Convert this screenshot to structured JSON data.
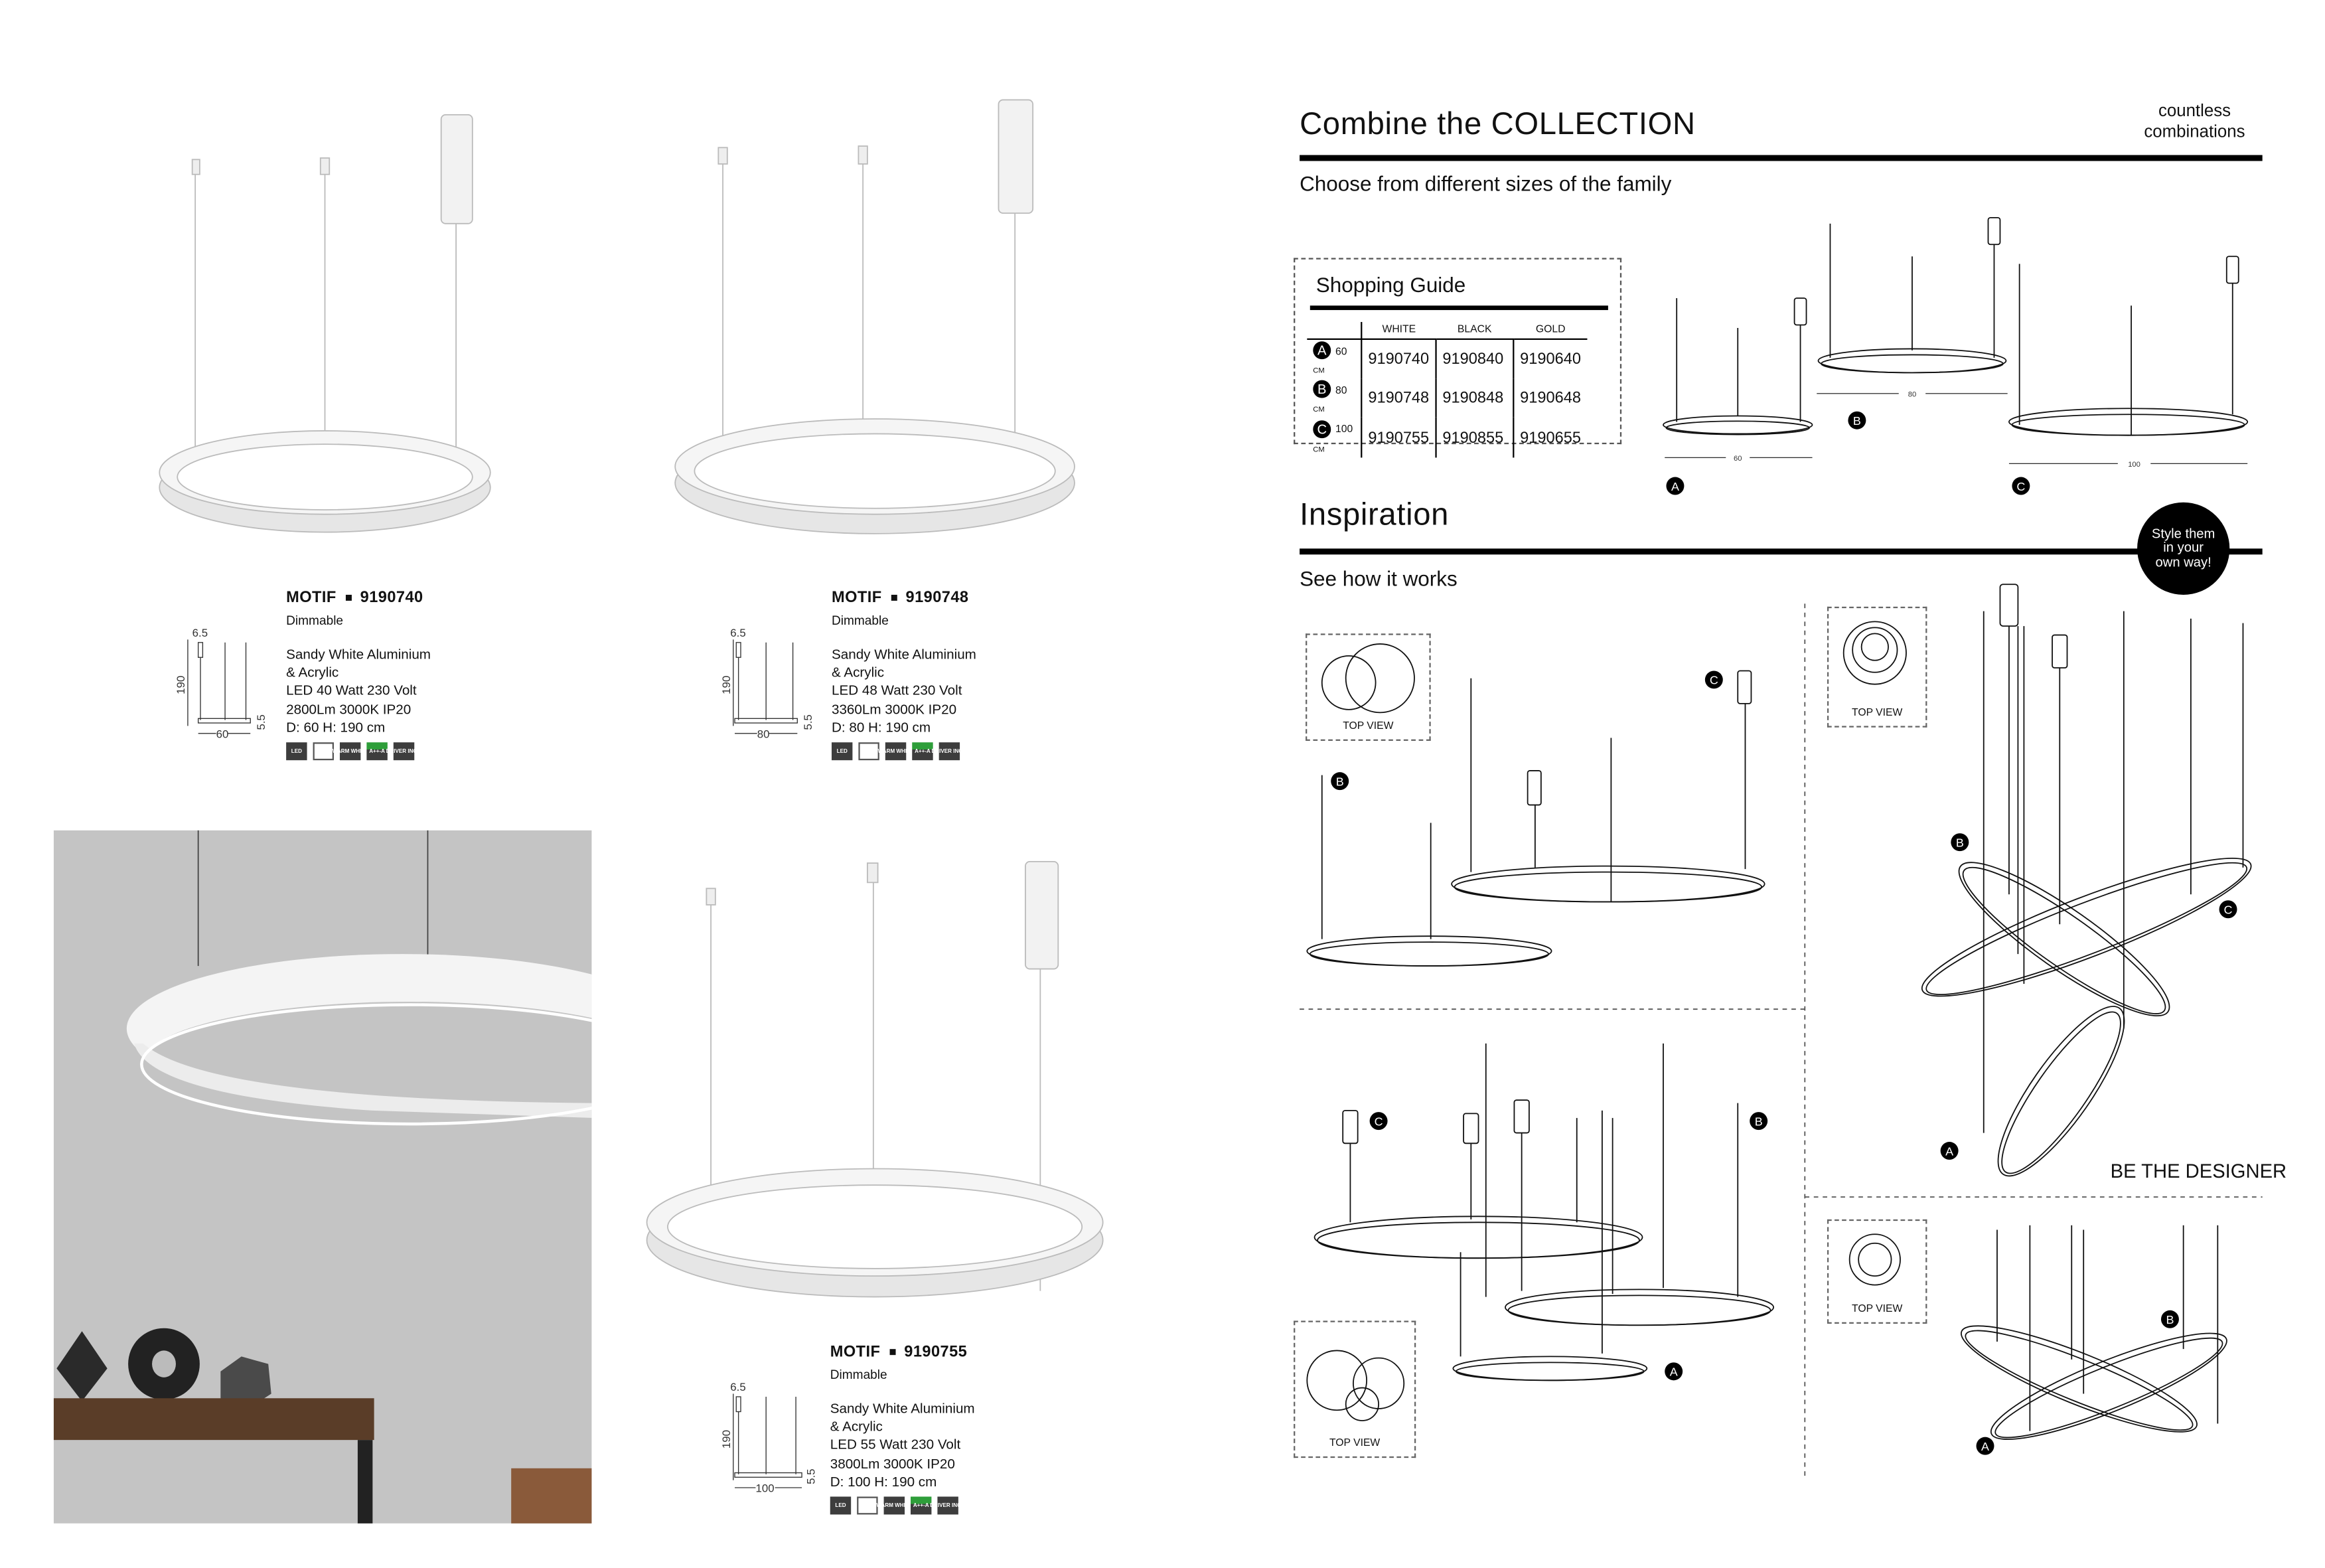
{
  "products": [
    {
      "name": "MOTIF",
      "code": "9190740",
      "dimmable": "Dimmable",
      "specs": [
        "Sandy White Aluminium",
        "& Acrylic",
        "LED 40 Watt 230 Volt",
        "2800Lm 3000K IP20",
        "D: 60 H: 190 cm"
      ],
      "dims": {
        "top": "6.5",
        "height": "190",
        "ring": "5.5",
        "diameter": "60"
      }
    },
    {
      "name": "MOTIF",
      "code": "9190748",
      "dimmable": "Dimmable",
      "specs": [
        "Sandy White Aluminium",
        "& Acrylic",
        "LED 48 Watt 230 Volt",
        "3360Lm 3000K IP20",
        "D: 80 H: 190 cm"
      ],
      "dims": {
        "top": "6.5",
        "height": "190",
        "ring": "5.5",
        "diameter": "80"
      }
    },
    {
      "name": "MOTIF",
      "code": "9190755",
      "dimmable": "Dimmable",
      "specs": [
        "Sandy White Aluminium",
        "& Acrylic",
        "LED 55 Watt 230 Volt",
        "3800Lm 3000K IP20",
        "D: 100 H: 190 cm"
      ],
      "dims": {
        "top": "6.5",
        "height": "190",
        "ring": "5.5",
        "diameter": "100"
      }
    }
  ],
  "icons": {
    "led": "LED",
    "warm": "WARM WHITE",
    "energy": "A++-A",
    "driver": "DRIVER INCL."
  },
  "collection": {
    "title": "Combine the COLLECTION",
    "tagline": "countless combinations",
    "subtitle": "Choose from different sizes of the family"
  },
  "guide": {
    "title": "Shopping Guide",
    "columns": [
      "WHITE",
      "BLACK",
      "GOLD"
    ],
    "unit": "CM",
    "rows": [
      {
        "badge": "A",
        "size": "60",
        "codes": [
          "9190740",
          "9190840",
          "9190640"
        ]
      },
      {
        "badge": "B",
        "size": "80",
        "codes": [
          "9190748",
          "9190848",
          "9190648"
        ]
      },
      {
        "badge": "C",
        "size": "100",
        "codes": [
          "9190755",
          "9190855",
          "9190655"
        ]
      }
    ]
  },
  "sizes": {
    "a": {
      "badge": "A",
      "dim": "60"
    },
    "b": {
      "badge": "B",
      "dim": "80"
    },
    "c": {
      "badge": "C",
      "dim": "100"
    }
  },
  "inspiration": {
    "title": "Inspiration",
    "subtitle": "See how it works",
    "bubble": "Style them in your own way!",
    "top_view": "TOP VIEW",
    "designer": "BE THE DESIGNER"
  },
  "colors": {
    "ink": "#111111",
    "photo_bg": "#c4c4c4",
    "icon_bg": "#3d3d3d",
    "energy_green": "#2e9e3a"
  }
}
